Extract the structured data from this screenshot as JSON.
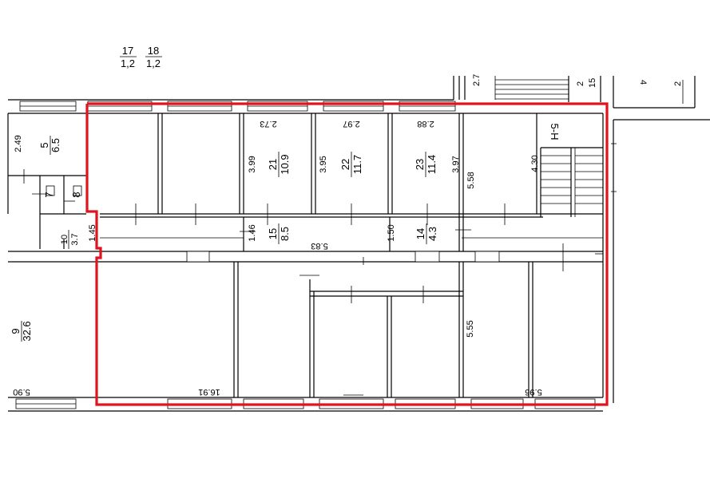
{
  "header_fractions": [
    {
      "num": "17",
      "den": "1,2"
    },
    {
      "num": "18",
      "den": "1,2"
    }
  ],
  "rooms": [
    {
      "id": "5",
      "num": "5",
      "area": "6.5",
      "dim": "2.49"
    },
    {
      "id": "7",
      "num": "7"
    },
    {
      "id": "8",
      "num": "8"
    },
    {
      "id": "9",
      "num": "9",
      "area": "32.6"
    },
    {
      "id": "10",
      "num": "10",
      "area": "3.7"
    },
    {
      "id": "21",
      "num": "21",
      "area": "10.9"
    },
    {
      "id": "22",
      "num": "22",
      "area": "11.7"
    },
    {
      "id": "23",
      "num": "23",
      "area": "11.4"
    },
    {
      "id": "15",
      "num": "15",
      "area": "8.5"
    },
    {
      "id": "14",
      "num": "14",
      "area": "4.3"
    }
  ],
  "dimensions": [
    {
      "id": "d-273",
      "text": "2.73"
    },
    {
      "id": "d-297",
      "text": "2.97"
    },
    {
      "id": "d-288",
      "text": "2.88"
    },
    {
      "id": "d-399",
      "text": "3.99"
    },
    {
      "id": "d-395",
      "text": "3.95"
    },
    {
      "id": "d-397",
      "text": "3.97"
    },
    {
      "id": "d-558",
      "text": "5.58"
    },
    {
      "id": "d-430",
      "text": "4.30"
    },
    {
      "id": "d-145",
      "text": "1.45"
    },
    {
      "id": "d-146",
      "text": "1.46"
    },
    {
      "id": "d-150",
      "text": "1.50"
    },
    {
      "id": "d-583",
      "text": "5.83"
    },
    {
      "id": "d-555",
      "text": "5.55"
    },
    {
      "id": "d-590",
      "text": "5.90"
    },
    {
      "id": "d-1691",
      "text": "16.91"
    },
    {
      "id": "d-596",
      "text": "5.96"
    }
  ],
  "stair_labels": {
    "stair_h": "5-H",
    "top_a": "2.7",
    "top_b": "2",
    "top_c": "15",
    "top_d": "4",
    "top_e": "2"
  },
  "colors": {
    "outline": "#e0141e",
    "lines": "#000000"
  }
}
